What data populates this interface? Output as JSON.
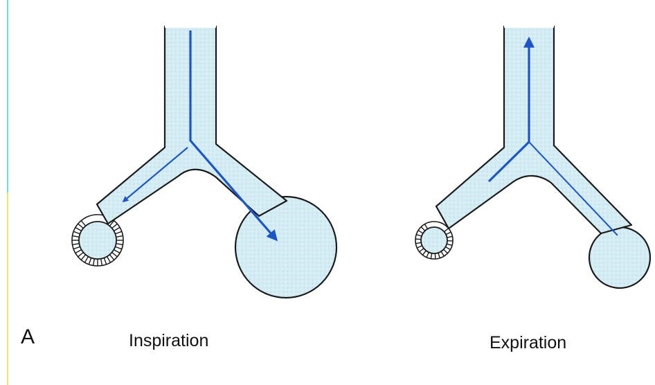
{
  "figure": {
    "panel_letter": "A",
    "panels": [
      {
        "id": "inspiration",
        "caption": "Inspiration"
      },
      {
        "id": "expiration",
        "caption": "Expiration"
      }
    ]
  },
  "colors": {
    "airway_fill": "#d4ecf3",
    "airway_outline": "#1a1a1a",
    "flow_arrow": "#1b55cc",
    "edge_strip_top": "#6fd9e6",
    "edge_strip_bottom": "#f2e56a"
  }
}
